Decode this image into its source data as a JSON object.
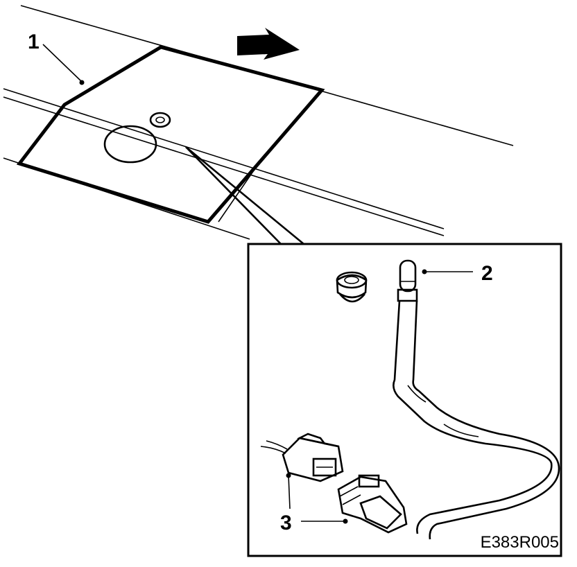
{
  "callouts": {
    "one": "1",
    "two": "2",
    "three": "3"
  },
  "figure_code": "E383R005",
  "colors": {
    "ink": "#000000",
    "paper": "#ffffff"
  }
}
